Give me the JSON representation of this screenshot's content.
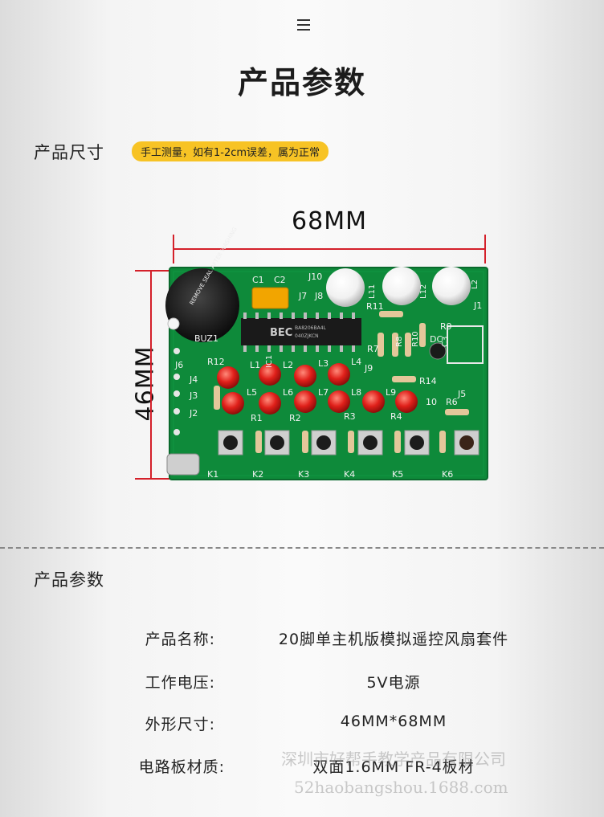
{
  "header": {
    "menu_icon": "hamburger-menu-icon",
    "title": "产品参数"
  },
  "size_section": {
    "label": "产品尺寸",
    "note": "手工测量，如有1-2cm误差，属为正常",
    "width_label": "68MM",
    "height_label": "46MM"
  },
  "board": {
    "chip_text": "BEC",
    "chip_sub1": "BA8206BA4L",
    "chip_sub2": "040ZJKCN",
    "buzzer_text": "REMOVE SEAL AFTER WASHING",
    "labels": {
      "buz": "BUZ1",
      "c1": "C1",
      "c2": "C2",
      "j10": "J10",
      "j7": "J7",
      "j8": "J8",
      "l11": "L11",
      "l12": "L12",
      "l2b": "L2",
      "j1": "J1",
      "r11": "R11",
      "r9": "R9",
      "dc": "DC",
      "c3": "C3",
      "r7": "R7",
      "r10": "R10",
      "r8": "R8",
      "r12": "R12",
      "l1": "L1",
      "l2": "L2",
      "l3": "L3",
      "l4": "L4",
      "ic1": "IC1",
      "j6": "J6",
      "j4": "J4",
      "j3": "J3",
      "j2": "J2",
      "j9": "J9",
      "r14": "R14",
      "j5": "J5",
      "l5": "L5",
      "l6": "L6",
      "l7": "L7",
      "l8": "L8",
      "l9": "L9",
      "l10": "10",
      "r6": "R6",
      "r1": "R1",
      "r2": "R2",
      "r3": "R3",
      "r4": "R4",
      "k1": "K1",
      "k2": "K2",
      "k3": "K3",
      "k4": "K4",
      "k5": "K5",
      "k6": "K6"
    }
  },
  "params_section": {
    "label": "产品参数",
    "rows": [
      {
        "key": "产品名称:",
        "value": "20脚单主机版模拟遥控风扇套件"
      },
      {
        "key": "工作电压:",
        "value": "5V电源"
      },
      {
        "key": "外形尺寸:",
        "value": "46MM*68MM"
      },
      {
        "key": "电路板材质:",
        "value": "双面1.6MM FR-4板材"
      }
    ]
  },
  "watermark": {
    "line1": "深圳市好帮手教学产品有限公司",
    "line2": "52haobangshou.1688.com"
  }
}
